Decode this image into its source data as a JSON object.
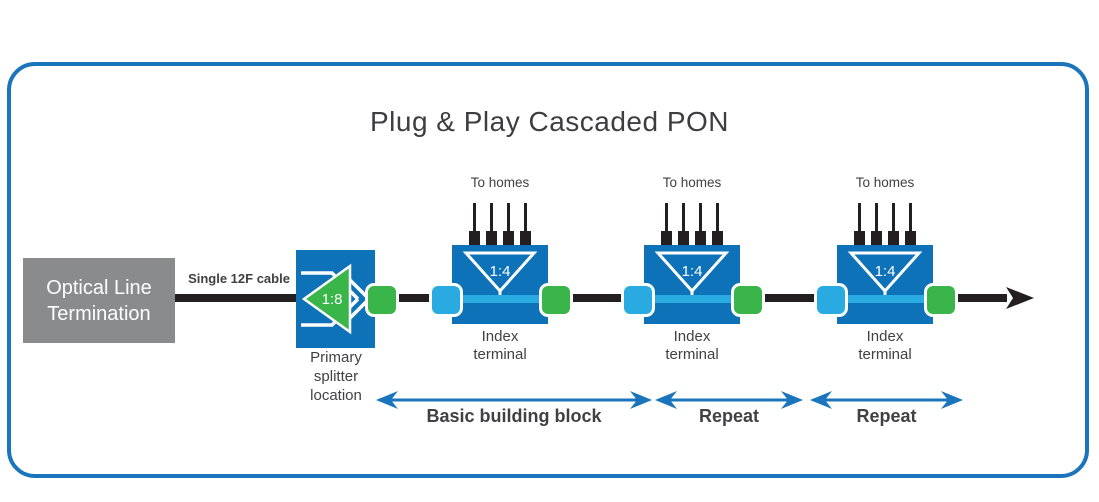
{
  "title": "Plug & Play Cascaded PON",
  "olt": {
    "label": "Optical Line Termination"
  },
  "cable": {
    "label": "Single 12F cable"
  },
  "splitter": {
    "ratio": "1:8",
    "label": "Primary splitter location"
  },
  "terminals": [
    {
      "homes_label": "To homes",
      "ratio": "1:4",
      "label": "Index terminal"
    },
    {
      "homes_label": "To homes",
      "ratio": "1:4",
      "label": "Index terminal"
    },
    {
      "homes_label": "To homes",
      "ratio": "1:4",
      "label": "Index terminal"
    }
  ],
  "spans": [
    {
      "label": "Basic building block"
    },
    {
      "label": "Repeat"
    },
    {
      "label": "Repeat"
    }
  ],
  "icons": {
    "splitter_icon": "optical-splitter-1x8",
    "terminal_splitter_icon": "splitter-triangle-1x4",
    "flow_arrow_icon": "right-arrowhead",
    "span_arrow_icon": "double-headed-arrow"
  },
  "colors": {
    "frame_blue": "#1b75bc",
    "box_blue": "#0d72b8",
    "cyan": "#29abe2",
    "green": "#3ab54a",
    "gray": "#8a8b8d",
    "line_black": "#231f20",
    "text_gray": "#414042",
    "title_gray": "#3e3e40"
  }
}
